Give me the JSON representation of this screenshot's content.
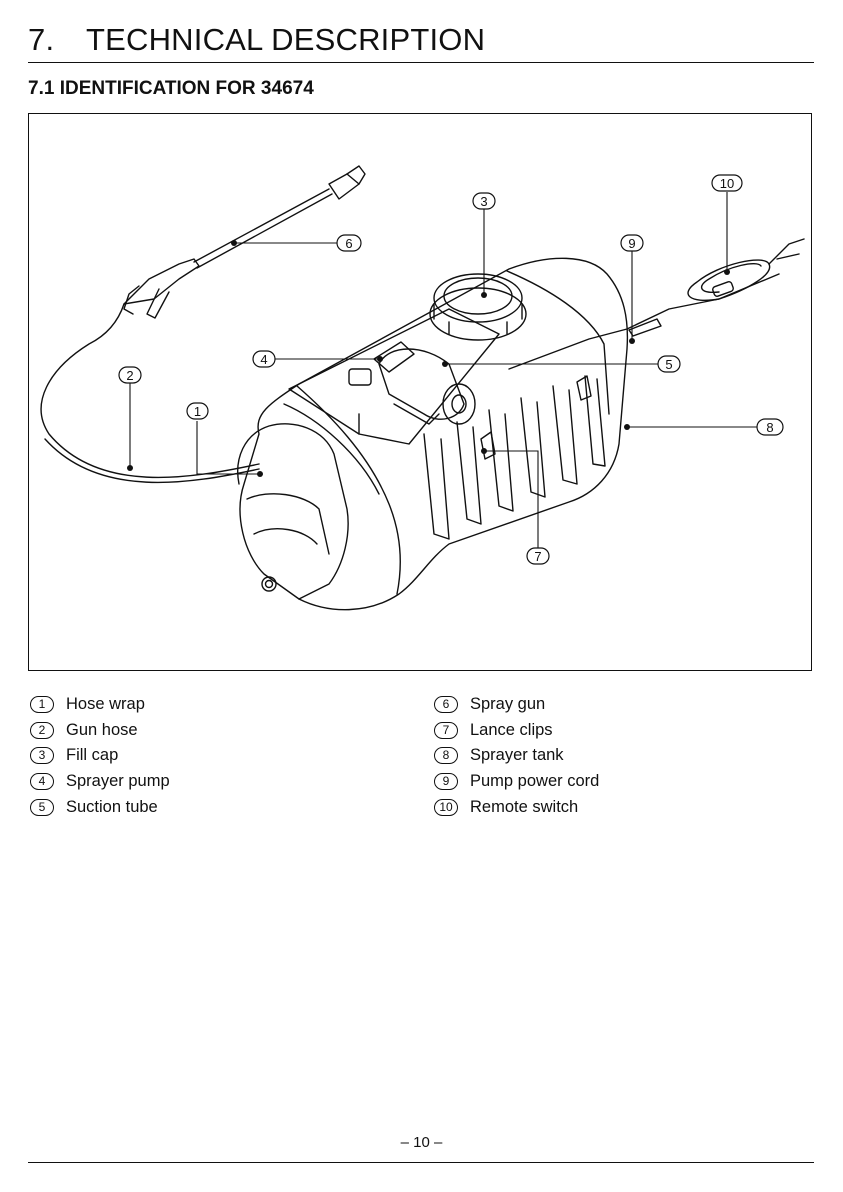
{
  "section": {
    "number": "7.",
    "title": "TECHNICAL DESCRIPTION",
    "subtitle": "7.1 IDENTIFICATION FOR 34674"
  },
  "figure": {
    "callouts": [
      "1",
      "2",
      "3",
      "4",
      "5",
      "6",
      "7",
      "8",
      "9",
      "10"
    ]
  },
  "legend": {
    "left": [
      {
        "num": "1",
        "label": "Hose wrap"
      },
      {
        "num": "2",
        "label": "Gun hose"
      },
      {
        "num": "3",
        "label": "Fill cap"
      },
      {
        "num": "4",
        "label": "Sprayer pump"
      },
      {
        "num": "5",
        "label": "Suction tube"
      }
    ],
    "right": [
      {
        "num": "6",
        "label": "Spray gun"
      },
      {
        "num": "7",
        "label": "Lance clips"
      },
      {
        "num": "8",
        "label": "Sprayer tank"
      },
      {
        "num": "9",
        "label": "Pump power cord"
      },
      {
        "num": "10",
        "label": "Remote switch"
      }
    ]
  },
  "footer": {
    "page": "– 10 –"
  }
}
